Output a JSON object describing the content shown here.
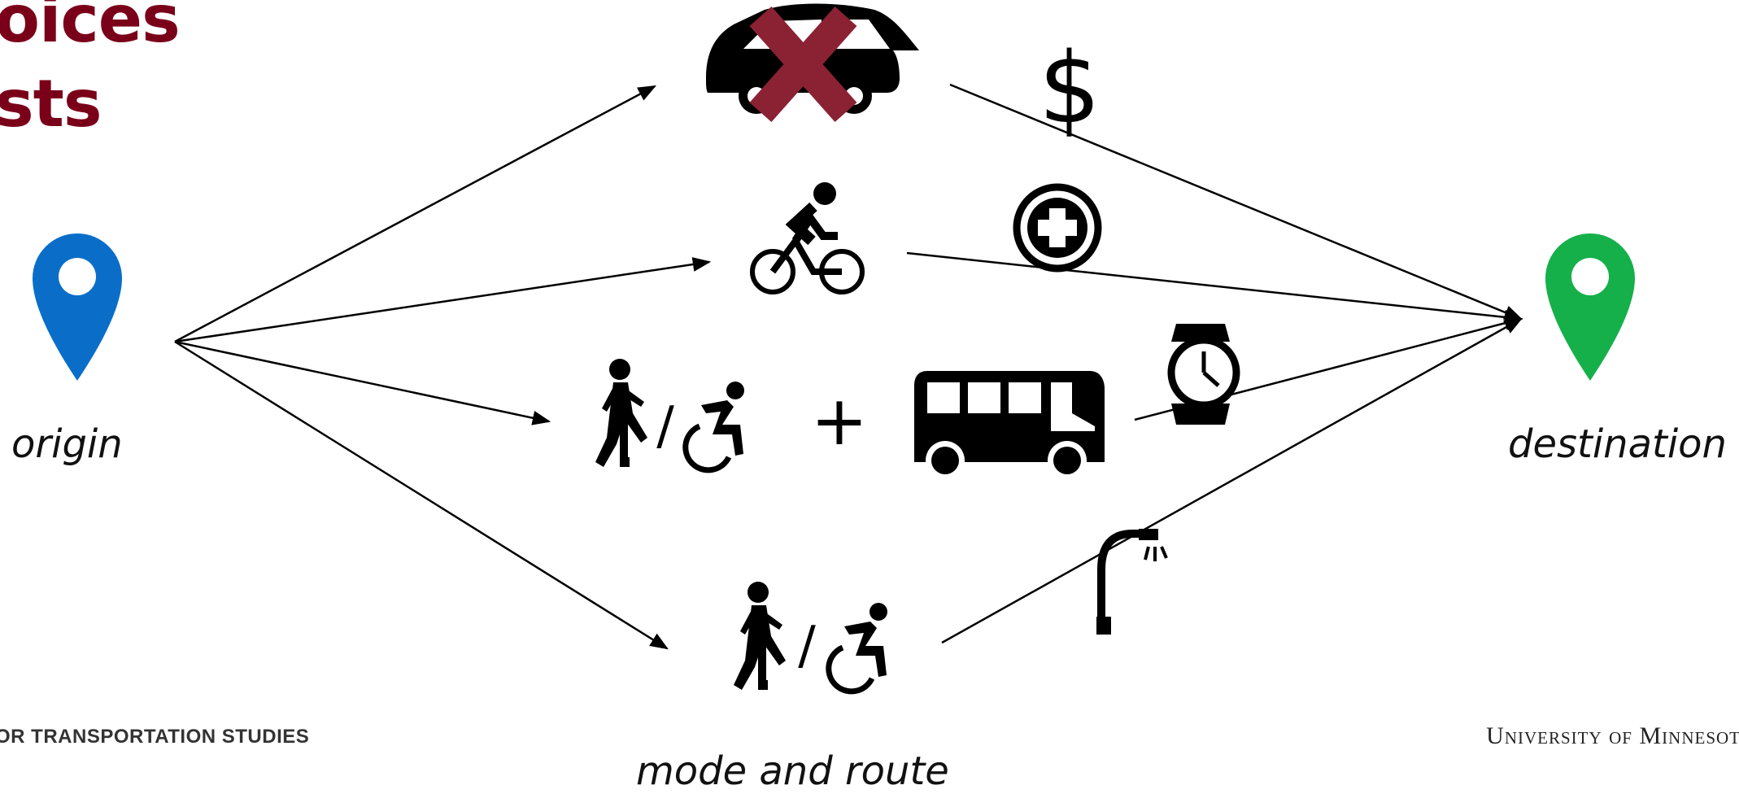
{
  "slide": {
    "title_line1": "oices",
    "title_line2": "sts"
  },
  "labels": {
    "origin": "origin",
    "destination": "destination",
    "mode_route": "mode and route"
  },
  "symbols": {
    "slash": "/",
    "plus": "+",
    "dollar": "$"
  },
  "footer": {
    "left": "OR TRANSPORTATION STUDIES",
    "right": "University of Minnesot"
  },
  "colors": {
    "title": "#7a0019",
    "origin_pin": "#0a6ec9",
    "destination_pin": "#15b04a",
    "cross": "#8a2233"
  },
  "icons": [
    "location-pin-icon",
    "car-icon",
    "cross-icon",
    "dollar-icon",
    "bicycle-icon",
    "health-plus-icon",
    "walking-person-icon",
    "wheelchair-icon",
    "bus-icon",
    "watch-icon",
    "street-lamp-icon"
  ]
}
